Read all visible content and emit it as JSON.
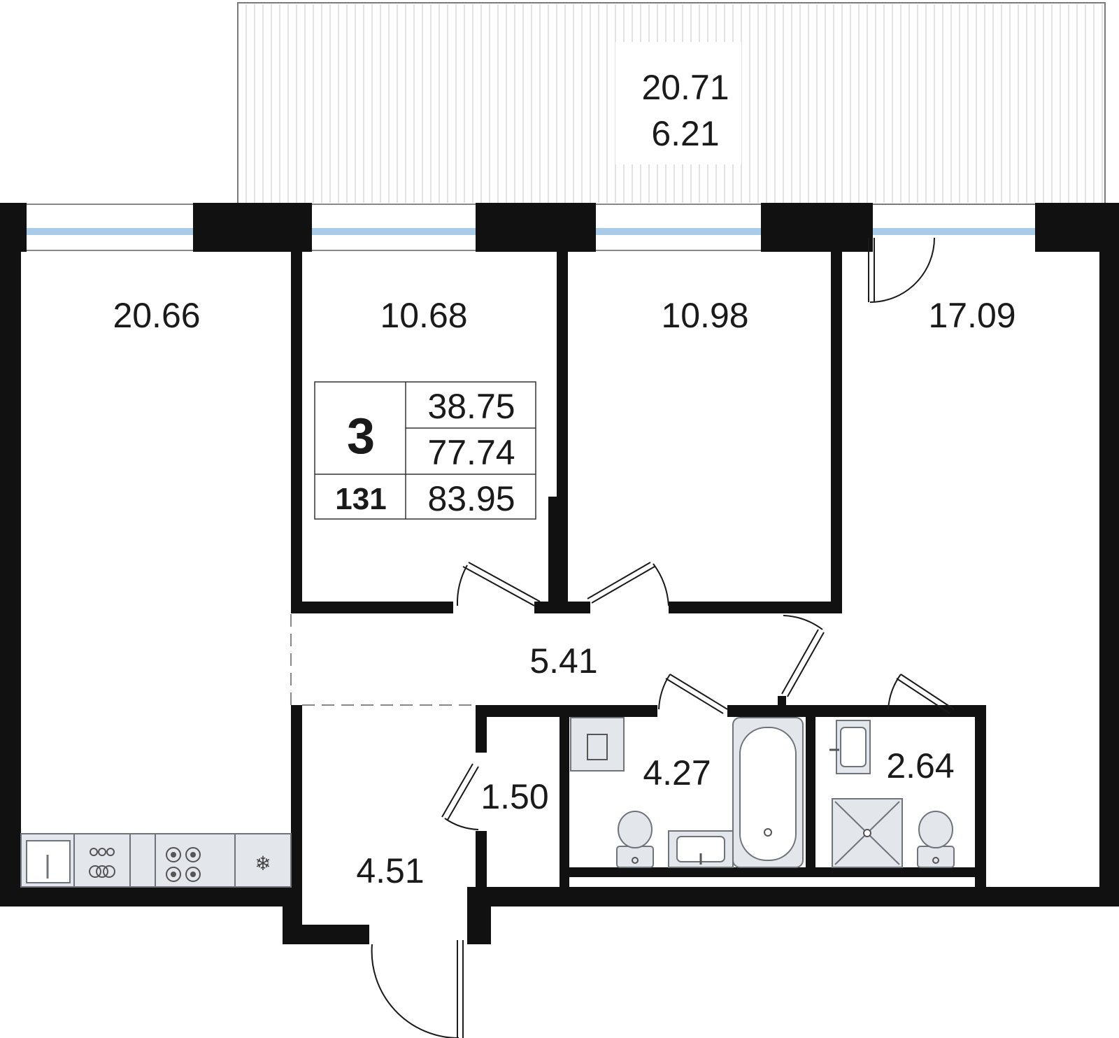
{
  "balcony": {
    "area_1": "20.71",
    "area_2": "6.21"
  },
  "rooms": {
    "living_left": "20.66",
    "bedroom_1": "10.68",
    "bedroom_2": "10.98",
    "bedroom_3": "17.09",
    "corridor": "5.41",
    "bathroom": "4.27",
    "closet": "1.50",
    "shower_room": "2.64",
    "hall": "4.51"
  },
  "info_card": {
    "rooms_count": "3",
    "apartment_number": "131",
    "living_area": "38.75",
    "total_area": "77.74",
    "total_with_balcony": "83.95"
  },
  "colors": {
    "wall": "#111111",
    "window_glass": "#a9cbea",
    "fixture": "#e3e6ea"
  }
}
